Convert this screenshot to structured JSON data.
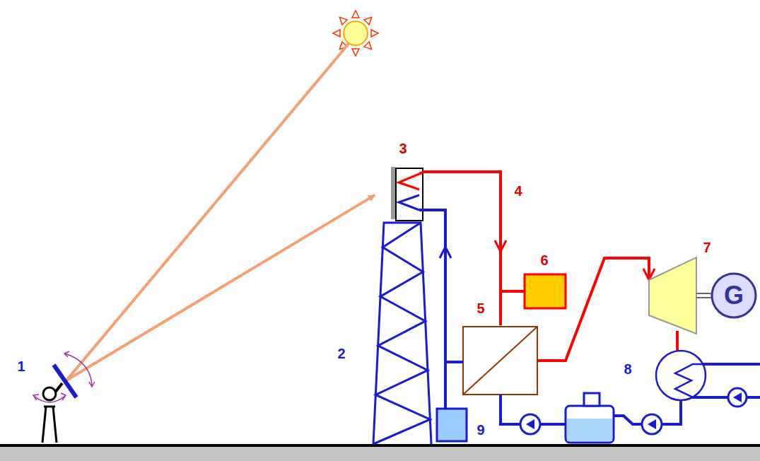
{
  "diagram": {
    "nodes": [
      {
        "text": [
          "G"
        ]
      }
    ],
    "labels": [
      "1",
      "2",
      "3",
      "4",
      "5",
      "6",
      "7",
      "8",
      "9"
    ]
  }
}
